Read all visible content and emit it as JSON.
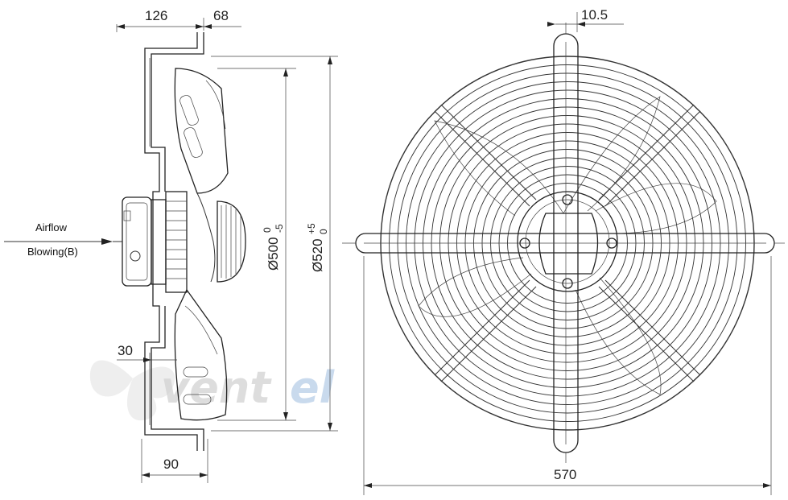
{
  "dimensions": {
    "d126": "126",
    "d68": "68",
    "d10_5": "10.5",
    "d30": "30",
    "d90": "90",
    "d570": "570",
    "d500": {
      "prefix": "Ø500",
      "upper": "0",
      "lower": "-5"
    },
    "d520": {
      "prefix": "Ø520",
      "upper": "+5",
      "lower": "0"
    }
  },
  "labels": {
    "airflow": "Airflow",
    "blowing": "Blowing(B)"
  },
  "watermark": {
    "text_dark": "vent",
    "text_light": "el",
    "color_dark": "#d5d5d5",
    "color_light": "#c4d6ec"
  }
}
